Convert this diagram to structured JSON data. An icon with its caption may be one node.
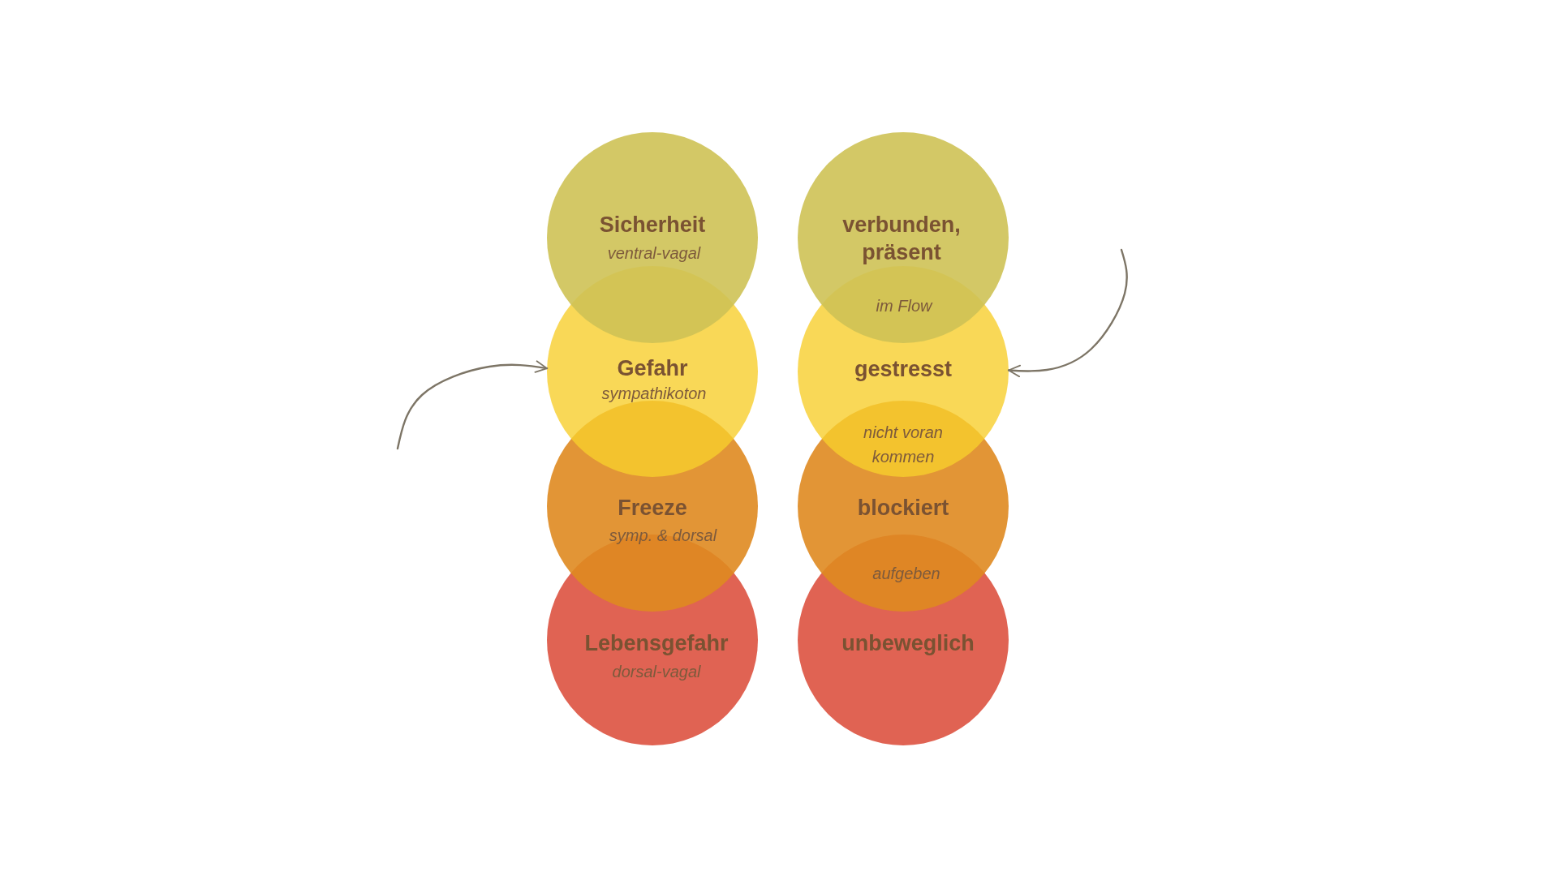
{
  "diagram": {
    "nodes": [
      {
        "text": [
          "Sicherheit",
          "ventral-vagal"
        ]
      },
      {
        "text": [
          "Gefahr",
          "sympathikoton"
        ]
      },
      {
        "text": [
          "Freeze",
          "symp. & dorsal"
        ]
      },
      {
        "text": [
          "Lebensgefahr",
          "dorsal-vagal"
        ]
      },
      {
        "text": [
          "verbunden, präsent"
        ]
      },
      {
        "text": [
          "gestresst"
        ]
      },
      {
        "text": [
          "blockiert"
        ]
      },
      {
        "text": [
          "unbeweglich"
        ]
      }
    ],
    "edges": [
      {
        "from": null,
        "to": 1,
        "arrow": "to"
      },
      {
        "from": null,
        "to": 5,
        "arrow": "to"
      }
    ],
    "labels": [
      "im Flow",
      "nicht voran kommen",
      "aufgeben"
    ]
  }
}
